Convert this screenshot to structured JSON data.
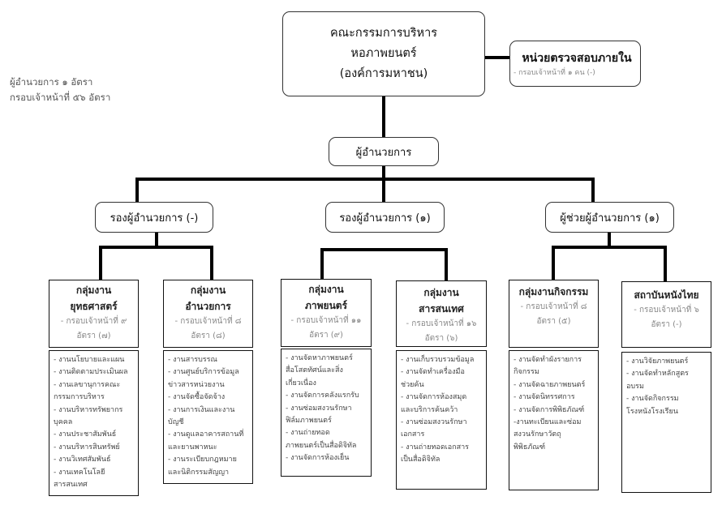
{
  "side_note": {
    "director_count": "ผู้อำนวยการ ๑ อัตรา",
    "staff_total": "กรอบเจ้าหน้าที่ ๕๖ อัตรา"
  },
  "board": {
    "lines": [
      "คณะกรรมการบริหาร",
      "หอภาพยนตร์",
      "(องค์การมหาชน)"
    ]
  },
  "audit_unit": {
    "title": "หน่วยตรวจสอบภายใน",
    "staff": "- กรอบเจ้าหน้าที่ ๑ คน (-)"
  },
  "director": {
    "title": "ผู้อำนวยการ"
  },
  "deputies": [
    {
      "title": "รองผู้อำนวยการ (-)"
    },
    {
      "title": "รองผู้อำนวยการ (๑)"
    },
    {
      "title": "ผู้ช่วยผู้อำนวยการ (๑)"
    }
  ],
  "groups": [
    {
      "title_lines": [
        "กลุ่มงาน",
        "ยุทธศาสตร์"
      ],
      "staff_lines": [
        "- กรอบเจ้าหน้าที่ ๙",
        "อัตรา (๗)"
      ],
      "duties": [
        "- งานนโยบายและแผน",
        "- งานติดตามประเมินผล",
        "- งานเลขานุการคณะ",
        "กรรมการบริหาร",
        "- งานบริหารทรัพยากร",
        "บุคคล",
        "- งานประชาสัมพันธ์",
        "- งานบริหารสินทรัพย์",
        "- งานวิเทศสัมพันธ์",
        "- งานเทคโนโลยี",
        "สารสนเทศ"
      ]
    },
    {
      "title_lines": [
        "กลุ่มงาน",
        "อำนวยการ"
      ],
      "staff_lines": [
        "- กรอบเจ้าหน้าที่ ๘",
        "อัตรา (๘)"
      ],
      "duties": [
        "- งานสารบรรณ",
        "- งานศูนย์บริการข้อมูล",
        "ข่าวสารหน่วยงาน",
        "- งานจัดซื้อจัดจ้าง",
        "- งานการเงินและงาน",
        "บัญชี",
        "- งานดูแลอาคารสถานที่",
        "และยานพาหนะ",
        "- งานระเบียบกฎหมาย",
        "และนิติกรรมสัญญา"
      ]
    },
    {
      "title_lines": [
        "กลุ่มงาน",
        "ภาพยนตร์"
      ],
      "staff_lines": [
        "- กรอบเจ้าหน้าที่ ๑๑",
        "อัตรา (๙)"
      ],
      "duties": [
        "- งานจัดหาภาพยนตร์",
        "สื่อโสตทัศน์และสิ่ง",
        "เกี่ยวเนื่อง",
        "- งานจัดการคลังแรกรับ",
        "- งานซ่อมสงวนรักษา",
        "ฟิล์มภาพยนตร์",
        "- งานถ่ายทอด",
        "ภาพยนตร์เป็นสื่อดิจิทัล",
        "- งานจัดการห้องเย็น"
      ]
    },
    {
      "title_lines": [
        "กลุ่มงาน",
        "สารสนเทศ"
      ],
      "staff_lines": [
        "- กรอบเจ้าหน้าที่ ๑๖",
        "อัตรา (๖)"
      ],
      "duties": [
        "- งานเก็บรวบรวมข้อมูล",
        "- งานจัดทำเครื่องมือ",
        "ช่วยค้น",
        "- งานจัดการห้องสมุด",
        "และบริการค้นคว้า",
        "- งานซ่อมสงวนรักษา",
        "เอกสาร",
        "- งานถ่ายทอดเอกสาร",
        "เป็นสื่อดิจิทัล"
      ]
    },
    {
      "title_lines": [
        "กลุ่มงานกิจกรรม"
      ],
      "staff_lines": [
        "- กรอบเจ้าหน้าที่ ๘",
        "อัตรา (๕)"
      ],
      "duties": [
        "- งานจัดทำผังรายการ",
        "กิจกรรม",
        "- งานจัดฉายภาพยนตร์",
        "- งานจัดนิทรรศการ",
        "- งานจัดการพิพิธภัณฑ์",
        "-งานทะเบียนและซ่อม",
        "สงวนรักษาวัตถุ",
        "พิพิธภัณฑ์"
      ]
    },
    {
      "title_lines": [
        "สถาบันหนังไทย"
      ],
      "staff_lines": [
        "- กรอบเจ้าหน้าที่ ๖",
        "อัตรา (-)"
      ],
      "duties": [
        "- งานวิจัยภาพยนตร์",
        "- งานจัดทำหลักสูตร",
        "อบรม",
        "- งานจัดกิจกรรม",
        "โรงหนังโรงเรียน"
      ]
    }
  ]
}
